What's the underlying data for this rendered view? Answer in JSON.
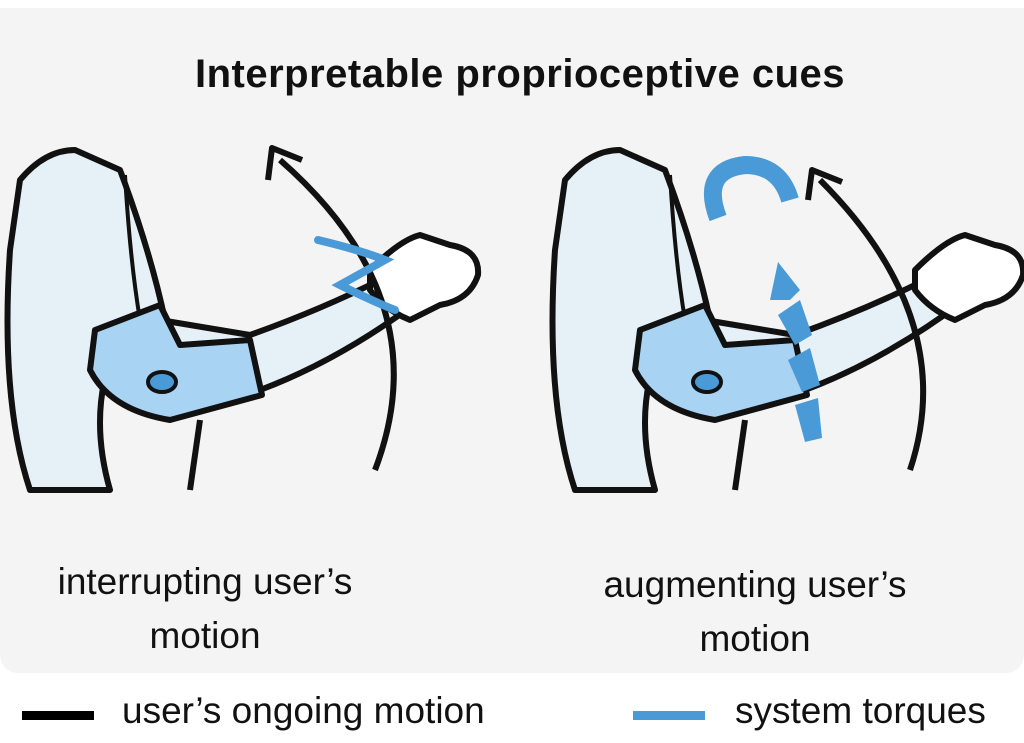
{
  "title": "Interpretable proprioceptive cues",
  "panels": [
    {
      "caption": "interrupting user’s motion",
      "icons": [
        "arm-with-elbow-exoskeleton",
        "curved-arrow",
        "blue-zigzag-torque"
      ]
    },
    {
      "caption": "augmenting user’s motion",
      "icons": [
        "arm-with-elbow-exoskeleton",
        "curved-arrow",
        "blue-magnet",
        "blue-chevron-arrow"
      ]
    }
  ],
  "legend": [
    {
      "label": "user’s ongoing motion",
      "color": "#000000"
    },
    {
      "label": "system torques",
      "color": "#4a9ad8"
    }
  ],
  "colors": {
    "background": "#f4f4f4",
    "blue": "#4a9ad8",
    "light_blue": "#a9d3f2",
    "skin": "#e6f1f7"
  }
}
